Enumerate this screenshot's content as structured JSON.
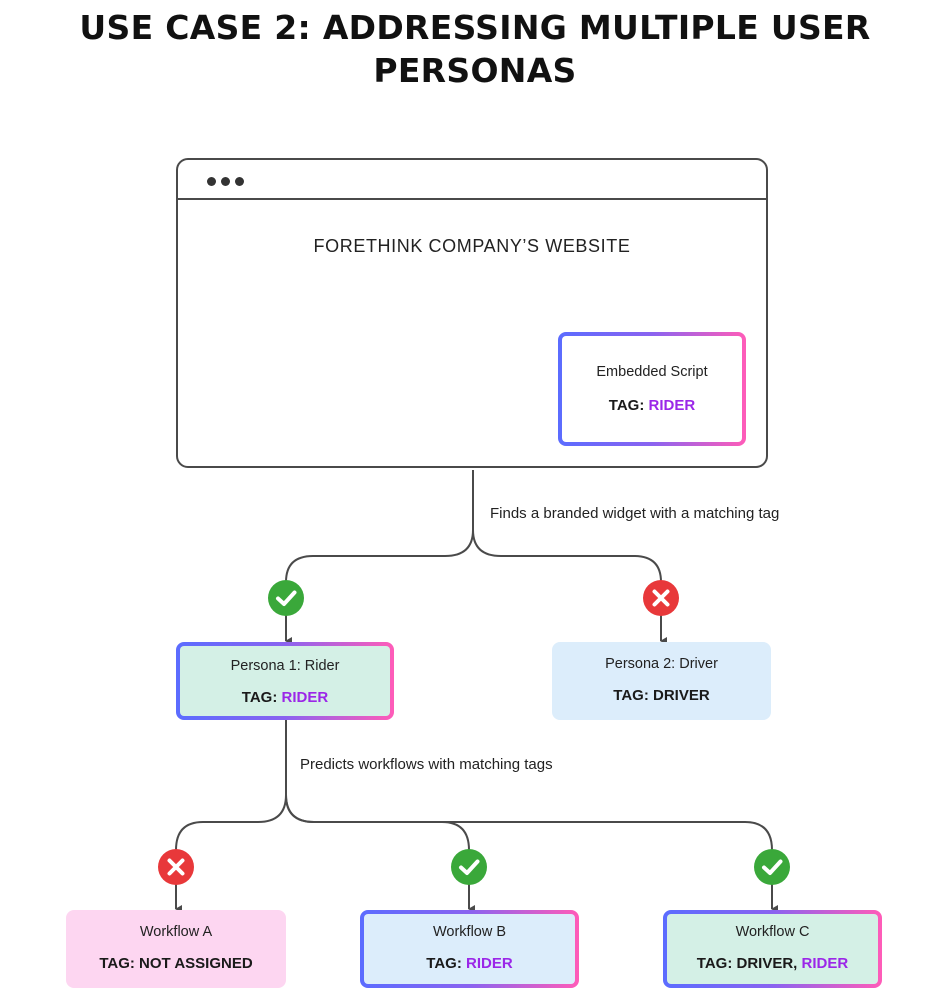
{
  "title": {
    "line1": "USE CASE 2: ADDRESSING MULTIPLE USER",
    "line2": "PERSONAS"
  },
  "website": {
    "title": "FORETHINK COMPANY’S WEBSITE",
    "script_label": "Embedded Script",
    "script_tag_prefix": "TAG: ",
    "script_tag_value": "RIDER"
  },
  "notes": {
    "widget_match": "Finds a branded widget with a matching tag",
    "workflow_match": "Predicts workflows with matching tags"
  },
  "personas": [
    {
      "label": "Persona 1: Rider",
      "tag_prefix": "TAG: ",
      "tag_value": "RIDER",
      "status": "check-icon"
    },
    {
      "label": "Persona 2: Driver",
      "tag_text": "TAG: DRIVER",
      "status": "x-icon"
    }
  ],
  "workflows": [
    {
      "label": "Workflow A",
      "tag_text": "TAG: NOT ASSIGNED",
      "status": "x-icon"
    },
    {
      "label": "Workflow B",
      "tag_prefix": "TAG: ",
      "tag_value": "RIDER",
      "status": "check-icon"
    },
    {
      "label": "Workflow C",
      "tag_prefix": "TAG: DRIVER, ",
      "tag_value": "RIDER",
      "status": "check-icon"
    }
  ],
  "colors": {
    "line": "#4a4a4a",
    "accent_purple": "#9b27e8",
    "gradient_start": "#5b6cff",
    "gradient_end": "#ff5cb8",
    "check_green": "#3aa83a",
    "cross_red": "#e8383a",
    "mint_fill": "#d4f0e6",
    "blue_fill": "#dcedfb",
    "pink_fill": "#fdd6f1"
  }
}
